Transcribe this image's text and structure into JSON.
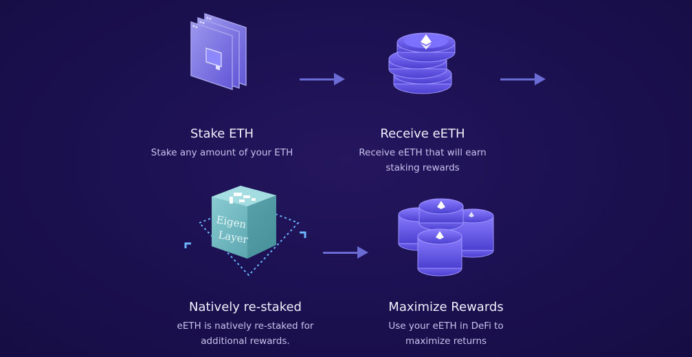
{
  "steps": [
    {
      "title": "Stake ETH",
      "desc": "Stake any amount of your ETH"
    },
    {
      "title": "Receive eETH",
      "desc": "Receive eETH that will earn staking rewards"
    },
    {
      "title": "Natively re-staked",
      "desc": "eETH is natively re-staked for additional rewards."
    },
    {
      "title": "Maximize Rewards",
      "desc": "Use your eETH in DeFi to maximize returns"
    }
  ],
  "eigenlayer_logo": {
    "line1": "Eigen",
    "line2": "Layer"
  },
  "colors": {
    "accent": "#6b6bd6",
    "coin": "#6a5cf0",
    "cube": "#5fb0b8"
  }
}
